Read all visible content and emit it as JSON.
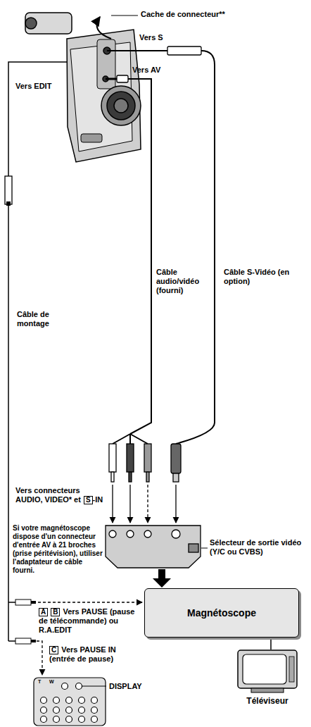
{
  "diagram": {
    "nodes": [
      {
        "text": [
          "Magnétoscope"
        ]
      },
      {
        "text": [
          "Téléviseur"
        ]
      }
    ],
    "edges": [
      {
        "from": 0,
        "to": 1,
        "arrow": "none"
      }
    ],
    "labels": [
      "Cache de connecteur**",
      "Vers S",
      "Vers AV",
      "Vers EDIT",
      "Câble audio/vidéo (fourni)",
      "Câble S-Vidéo (en option)",
      "Câble de montage",
      "Vers connecteurs AUDIO, VIDEO* et",
      "S",
      "-IN",
      "Si votre magnétoscope dispose d'un connecteur d'entrée AV à 21 broches (prise péritévision), utiliser l'adaptateur de câble fourni.",
      "Sélecteur de sortie vidéo (Y/C ou CVBS)",
      "A",
      "B",
      "Vers PAUSE (pause de télécommande) ou R.A.EDIT",
      "C",
      "Vers PAUSE IN (entrée de pause)",
      "DISPLAY",
      "T",
      "W"
    ]
  }
}
